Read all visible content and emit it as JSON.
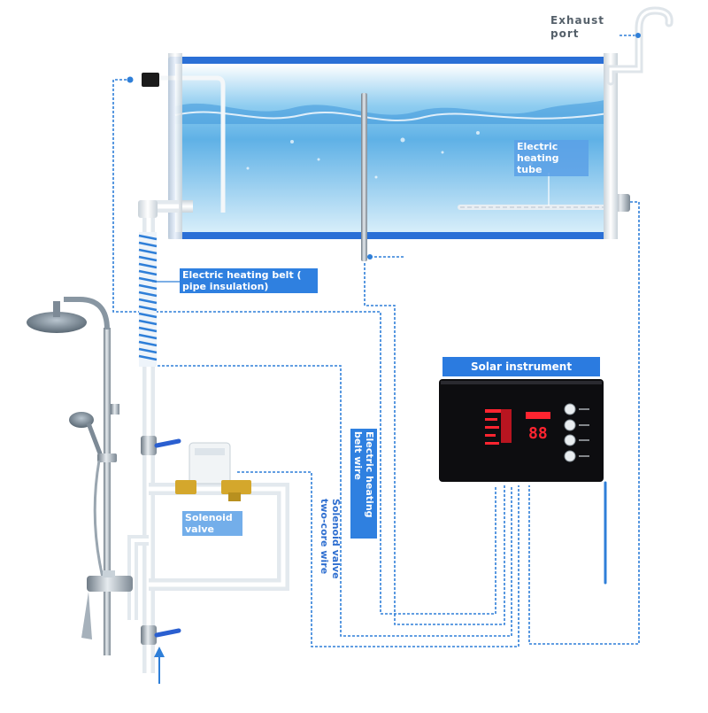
{
  "labels": {
    "exhaust_port": "Exhaust port",
    "electric_heating_tube": "Electric heating tube",
    "electric_heating_belt": "Electric heating belt ( pipe insulation)",
    "solar_instrument": "Solar instrument",
    "electric_heating_belt_wire": "Electric heating belt wire",
    "solenoid_valve_two_core_wire": "Solenoid valve two-core wire",
    "solenoid_valve": "Solenoid valve"
  },
  "instrument": {
    "display_digits": "88"
  },
  "colors": {
    "wire": "#2f7fd8",
    "label_bg": "#2f80e0",
    "tank_frame": "#2a6fd6",
    "water_top": "#5fb1e6",
    "water_bottom": "#cfe9f8",
    "pipe": "#e9eef2",
    "panel": "#0d0d10",
    "led": "#ff2430"
  }
}
